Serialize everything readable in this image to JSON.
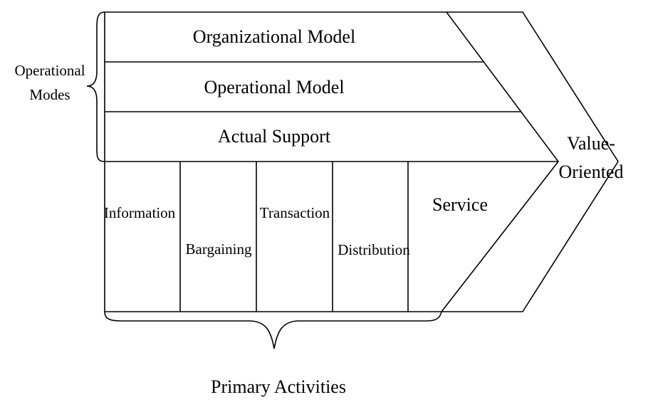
{
  "layers": [
    {
      "label": "Organizational Model"
    },
    {
      "label": "Operational Model"
    },
    {
      "label": "Actual Support"
    }
  ],
  "activities": [
    {
      "label": "Information"
    },
    {
      "label": "Bargaining"
    },
    {
      "label": "Transaction"
    },
    {
      "label": "Distribution"
    },
    {
      "label": "Service"
    }
  ],
  "value": {
    "line1": "Value-",
    "line2": "Oriented"
  },
  "operational_modes": {
    "line1": "Operational",
    "line2": "Modes"
  },
  "primary_activities": {
    "label": "Primary Activities"
  }
}
